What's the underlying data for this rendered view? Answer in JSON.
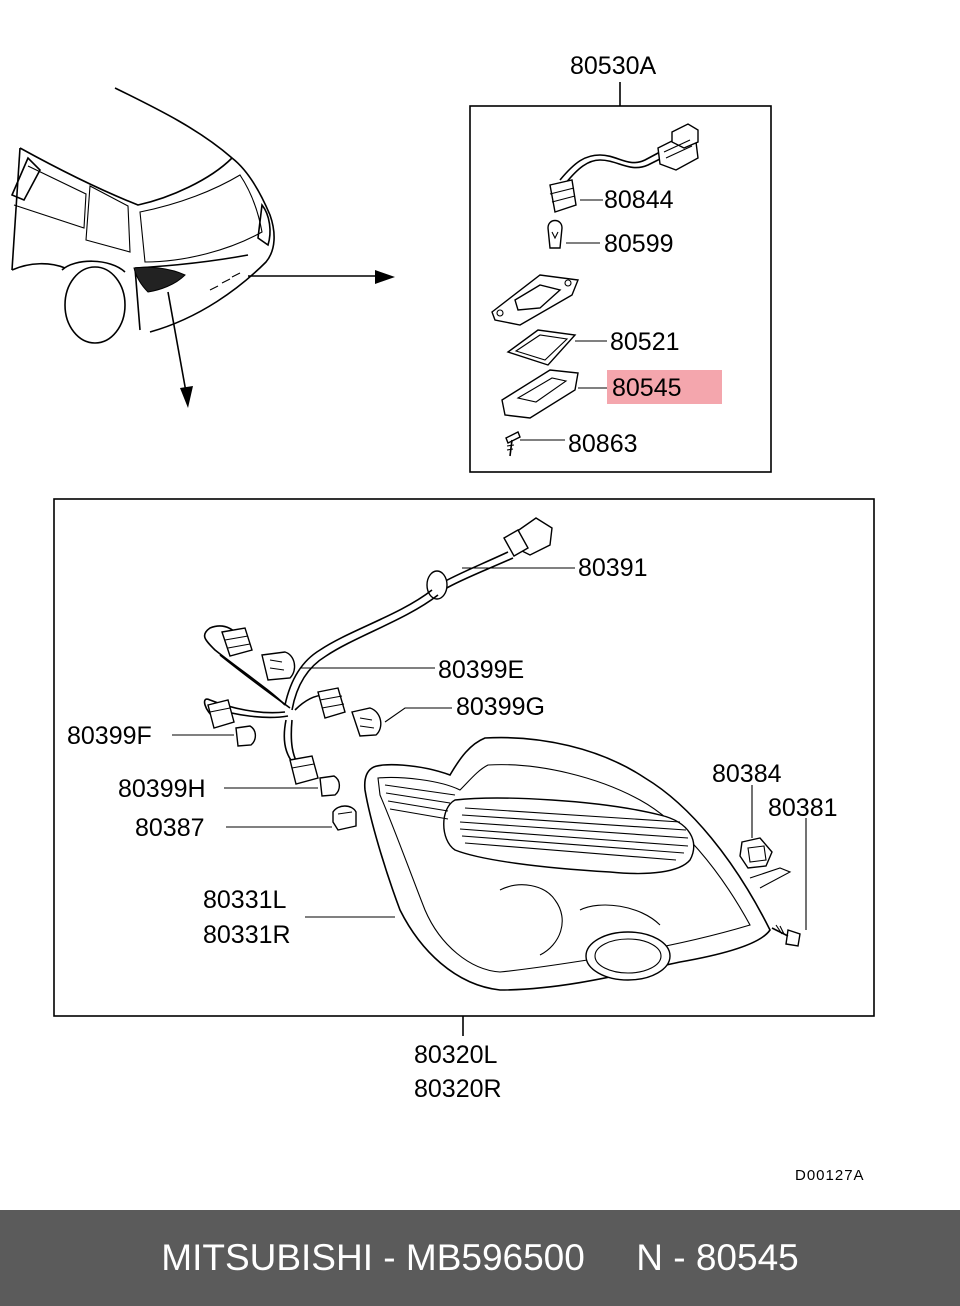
{
  "diagram": {
    "assembly_label": "80530A",
    "parts": {
      "p80844": "80844",
      "p80599": "80599",
      "p80521": "80521",
      "p80545": "80545",
      "p80863": "80863",
      "p80391": "80391",
      "p80399E": "80399E",
      "p80399G": "80399G",
      "p80399F": "80399F",
      "p80399H": "80399H",
      "p80387": "80387",
      "p80384": "80384",
      "p80381": "80381",
      "p80331L": "80331L",
      "p80331R": "80331R",
      "p80320L": "80320L",
      "p80320R": "80320R"
    },
    "highlight_color": "#f4a6ad",
    "diagram_code": "D00127A"
  },
  "footer": {
    "text": "MITSUBISHI - MB596500     N - 80545",
    "background": "#5b5b5b"
  }
}
